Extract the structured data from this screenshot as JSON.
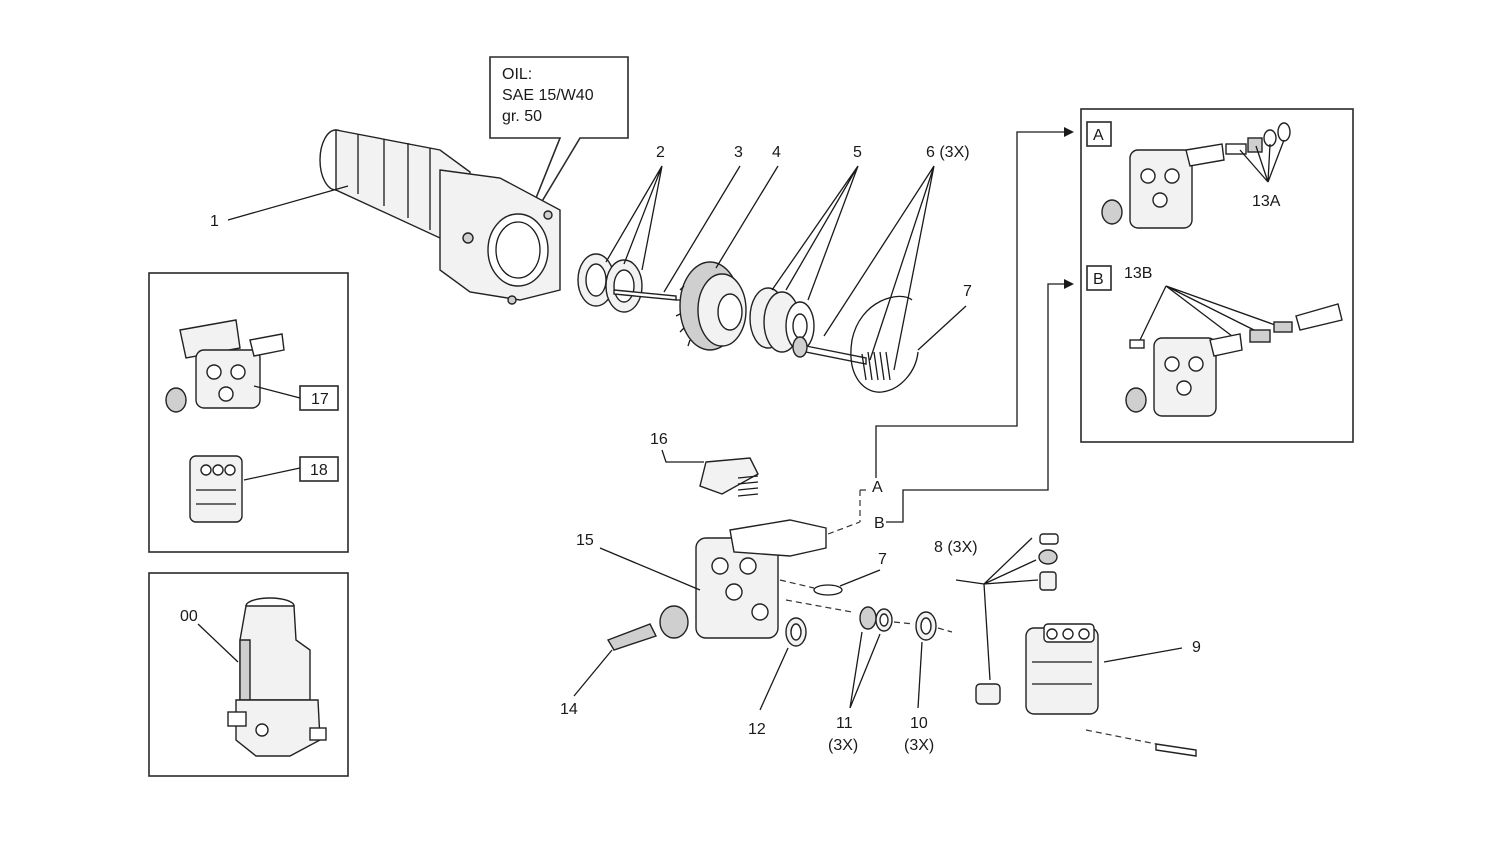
{
  "oil_note": {
    "line1": "OIL:",
    "line2": "SAE 15/W40",
    "line3": "gr.  50"
  },
  "callouts": {
    "c1": "1",
    "c2": "2",
    "c3": "3",
    "c4": "4",
    "c5": "5",
    "c6": "6  (3X)",
    "c7a": "7",
    "c7b": "7",
    "c8": "8 (3X)",
    "c9": "9",
    "c10": "10",
    "c10q": "(3X)",
    "c11": "11",
    "c11q": "(3X)",
    "c12": "12",
    "c14": "14",
    "c15": "15",
    "c16": "16",
    "c00": "00",
    "c13a": "13A",
    "c13b": "13B",
    "routeA": "A",
    "routeB": "B"
  },
  "boxes": {
    "box17": "17",
    "box18": "18",
    "detailA": "A",
    "detailB": "B"
  },
  "icons": [
    "motor-icon",
    "pump-head-icon",
    "gear-icon",
    "spring-icon",
    "valve-icon"
  ]
}
